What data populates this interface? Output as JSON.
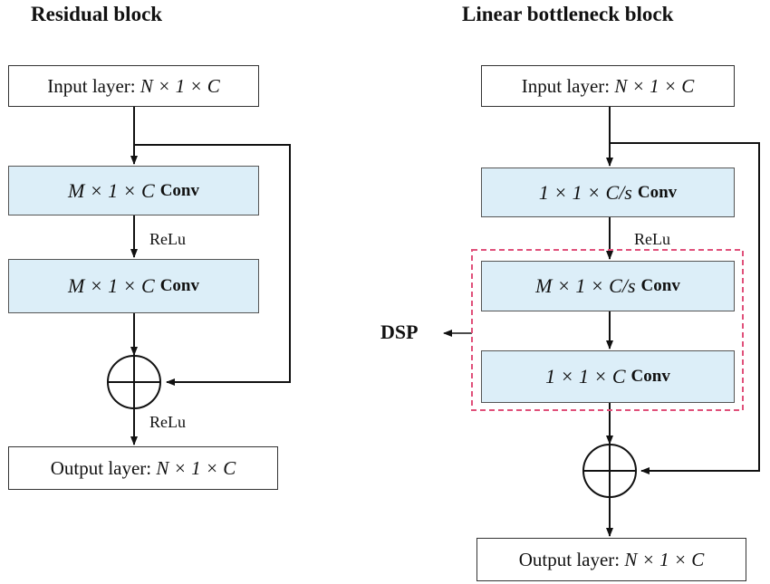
{
  "left": {
    "title": "Residual block",
    "input": {
      "label": "Input layer:",
      "dims": "N × 1 × C"
    },
    "conv1": {
      "dims": "M × 1 × C",
      "suffix": "Conv"
    },
    "relu1": "ReLu",
    "conv2": {
      "dims": "M × 1 × C",
      "suffix": "Conv"
    },
    "relu2": "ReLu",
    "output": {
      "label": "Output layer:",
      "dims": "N × 1 × C"
    }
  },
  "right": {
    "title": "Linear bottleneck block",
    "input": {
      "label": "Input layer:",
      "dims": "N × 1 × C"
    },
    "conv1": {
      "dims": "1 × 1 × C/s",
      "suffix": "Conv"
    },
    "relu1": "ReLu",
    "conv2": {
      "dims": "M × 1 × C/s",
      "suffix": "Conv"
    },
    "conv3": {
      "dims": "1 × 1 × C",
      "suffix": "Conv"
    },
    "dsp": "DSP",
    "output": {
      "label": "Output layer:",
      "dims": "N × 1 × C"
    }
  },
  "colors": {
    "conv_fill": "#dceef8",
    "dsp_border": "#e0507a",
    "line": "#111111"
  }
}
